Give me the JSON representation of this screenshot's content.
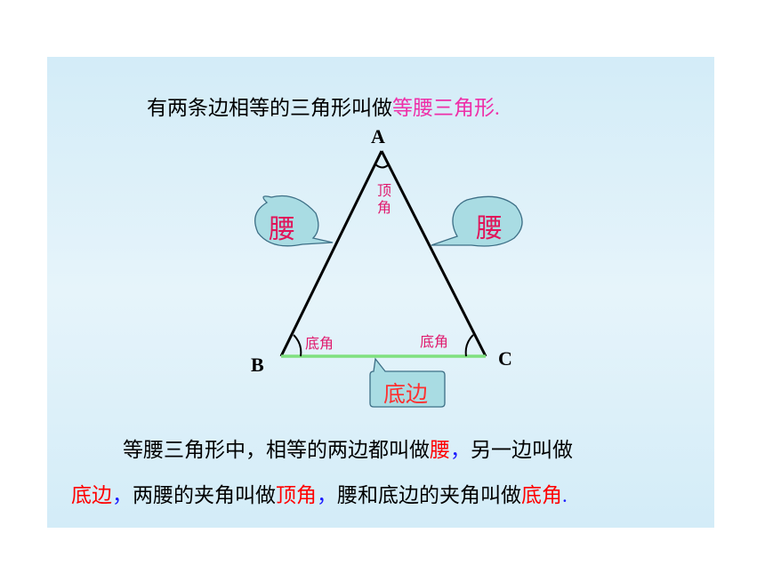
{
  "definition": {
    "prefix": "有两条边相等的三角形叫做",
    "term": "等腰三角形",
    "period": "."
  },
  "vertices": {
    "a": "A",
    "b": "B",
    "c": "C"
  },
  "angles": {
    "apex_chars": [
      "顶",
      "角"
    ],
    "base_left": "底角",
    "base_right": "底角"
  },
  "callouts": {
    "leg_left": "腰",
    "leg_right": "腰",
    "base": "底边"
  },
  "explanation": {
    "line1_a": "等腰三角形中，相等的两边都叫做",
    "line1_term": "腰",
    "line1_comma": "，",
    "line1_b": "另一边叫做",
    "line2_term1": "底边",
    "line2_comma1": "，",
    "line2_a": "两腰的夹角叫做",
    "line2_term2": "顶角",
    "line2_comma2": "，",
    "line2_b": "腰和底边的夹角叫做",
    "line2_term3": "底角",
    "line2_period": "."
  },
  "colors": {
    "panel": "#d9eff9",
    "term": "#ee2fa8",
    "highlight": "#ff0000",
    "base_line": "#7fe07f",
    "callout_fill": "#a9dce3"
  }
}
